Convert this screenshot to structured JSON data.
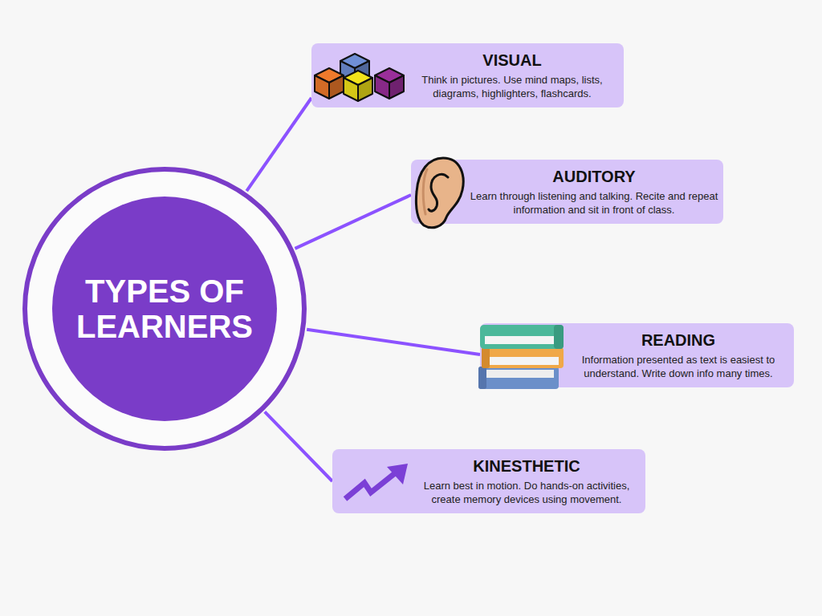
{
  "diagram": {
    "nodes": [
      {
        "text": [
          "TYPES OF LEARNERS"
        ]
      },
      {
        "text": [
          "VISUAL",
          "Think in pictures. Use mind maps, lists, diagrams, highlighters, flashcards."
        ]
      },
      {
        "text": [
          "AUDITORY",
          "Learn through listening and talking. Recite and repeat information and sit in front of class."
        ]
      },
      {
        "text": [
          "READING",
          "Information presented as text is easiest to understand. Write down info many times."
        ]
      },
      {
        "text": [
          "KINESTHETIC",
          "Learn best in motion. Do hands-on activities, create memory devices using movement."
        ]
      }
    ],
    "edges": [
      {
        "from": 0,
        "to": 1,
        "arrow": "none"
      },
      {
        "from": 0,
        "to": 2,
        "arrow": "none"
      },
      {
        "from": 0,
        "to": 3,
        "arrow": "none"
      },
      {
        "from": 0,
        "to": 4,
        "arrow": "none"
      }
    ]
  }
}
